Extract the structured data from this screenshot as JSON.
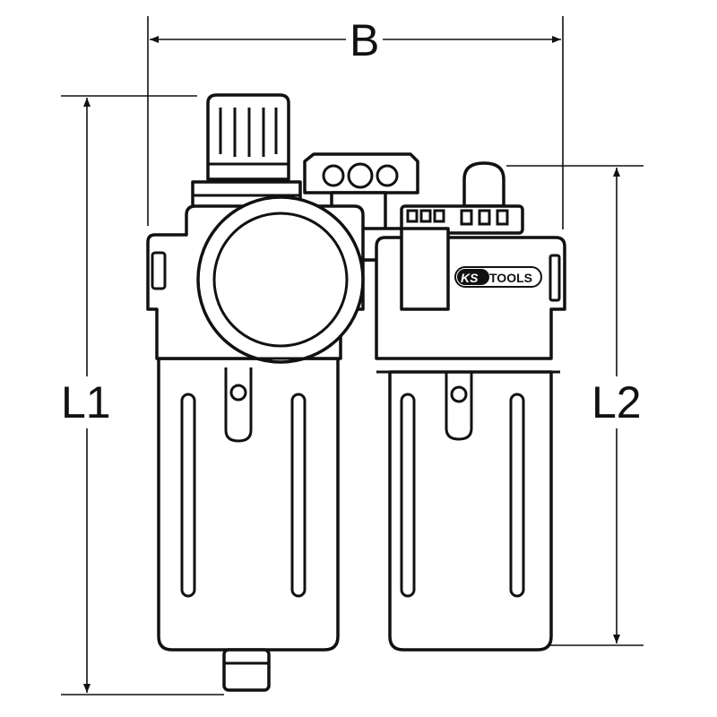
{
  "dimensions": {
    "width_label": "B",
    "length1_label": "L1",
    "length2_label": "L2"
  },
  "brand": {
    "logo_text": "KS TOOLS"
  },
  "colors": {
    "line": "#111111",
    "background": "#ffffff"
  }
}
